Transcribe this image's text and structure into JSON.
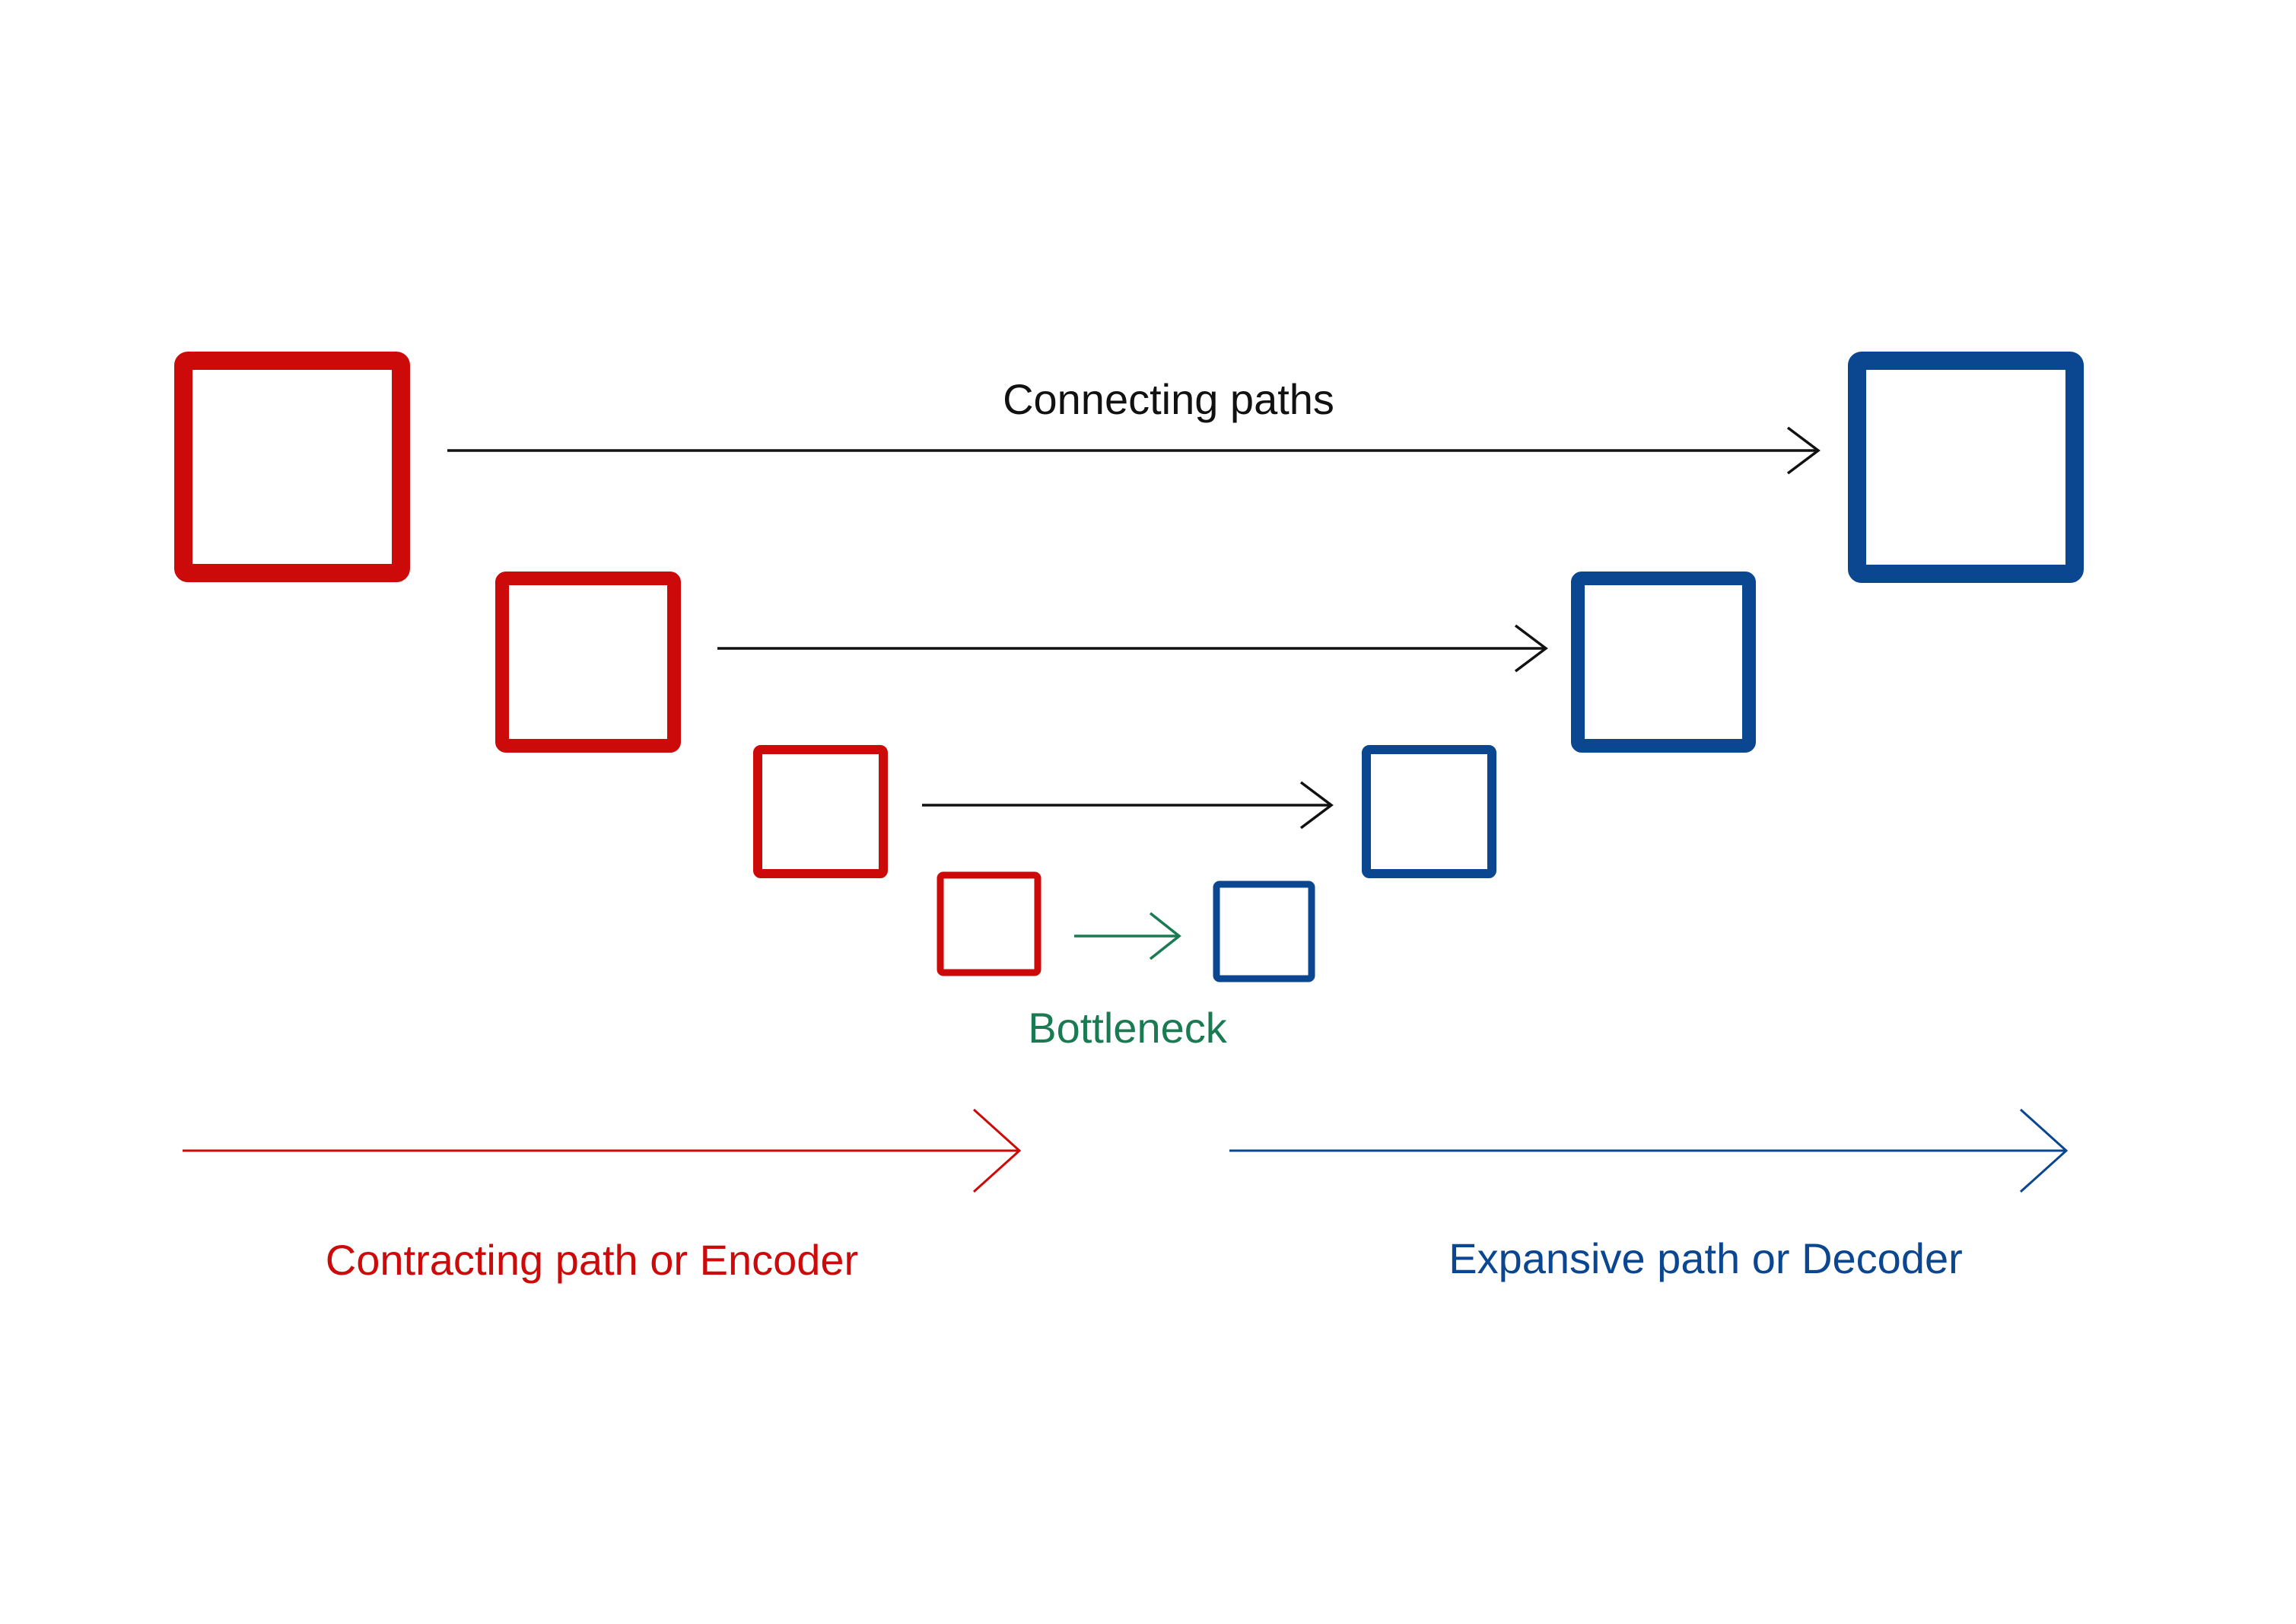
{
  "labels": {
    "connecting": "Connecting paths",
    "bottleneck": "Bottleneck",
    "encoder": "Contracting path or Encoder",
    "decoder": "Expansive path or Decoder"
  },
  "colors": {
    "encoder": "#cc0a0a",
    "decoder": "#0b4690",
    "bottleneck": "#1a7a52",
    "connector": "#111111",
    "background": "#ffffff"
  }
}
